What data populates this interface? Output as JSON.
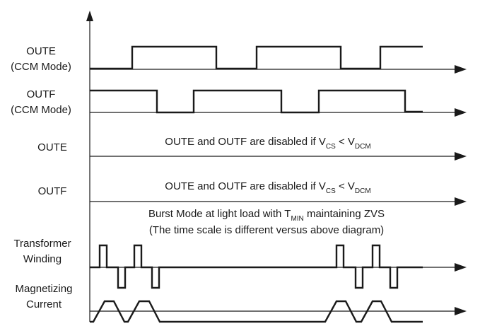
{
  "signals": [
    {
      "id": "oute_ccm",
      "line1": "OUTE",
      "line2": "(CCM Mode)"
    },
    {
      "id": "outf_ccm",
      "line1": "OUTF",
      "line2": "(CCM Mode)"
    },
    {
      "id": "oute",
      "line1": "OUTE"
    },
    {
      "id": "outf",
      "line1": "OUTF"
    },
    {
      "id": "transformer",
      "line1": "Transformer",
      "line2": "Winding"
    },
    {
      "id": "magnetizing",
      "line1": "Magnetizing",
      "line2": "Current"
    }
  ],
  "notes": {
    "oute_disabled": {
      "text": "OUTE and OUTF are disabled if V",
      "sub1": "CS",
      "mid": " < V",
      "sub2": "DCM"
    },
    "outf_disabled": {
      "text": "OUTE and OUTF are disabled if V",
      "sub1": "CS",
      "mid": " < V",
      "sub2": "DCM"
    },
    "burst_line1": {
      "text": "Burst Mode at light load with T",
      "sub": "MIN",
      "tail": " maintaining ZVS"
    },
    "burst_line2": "(The time scale is different versus above diagram)"
  }
}
